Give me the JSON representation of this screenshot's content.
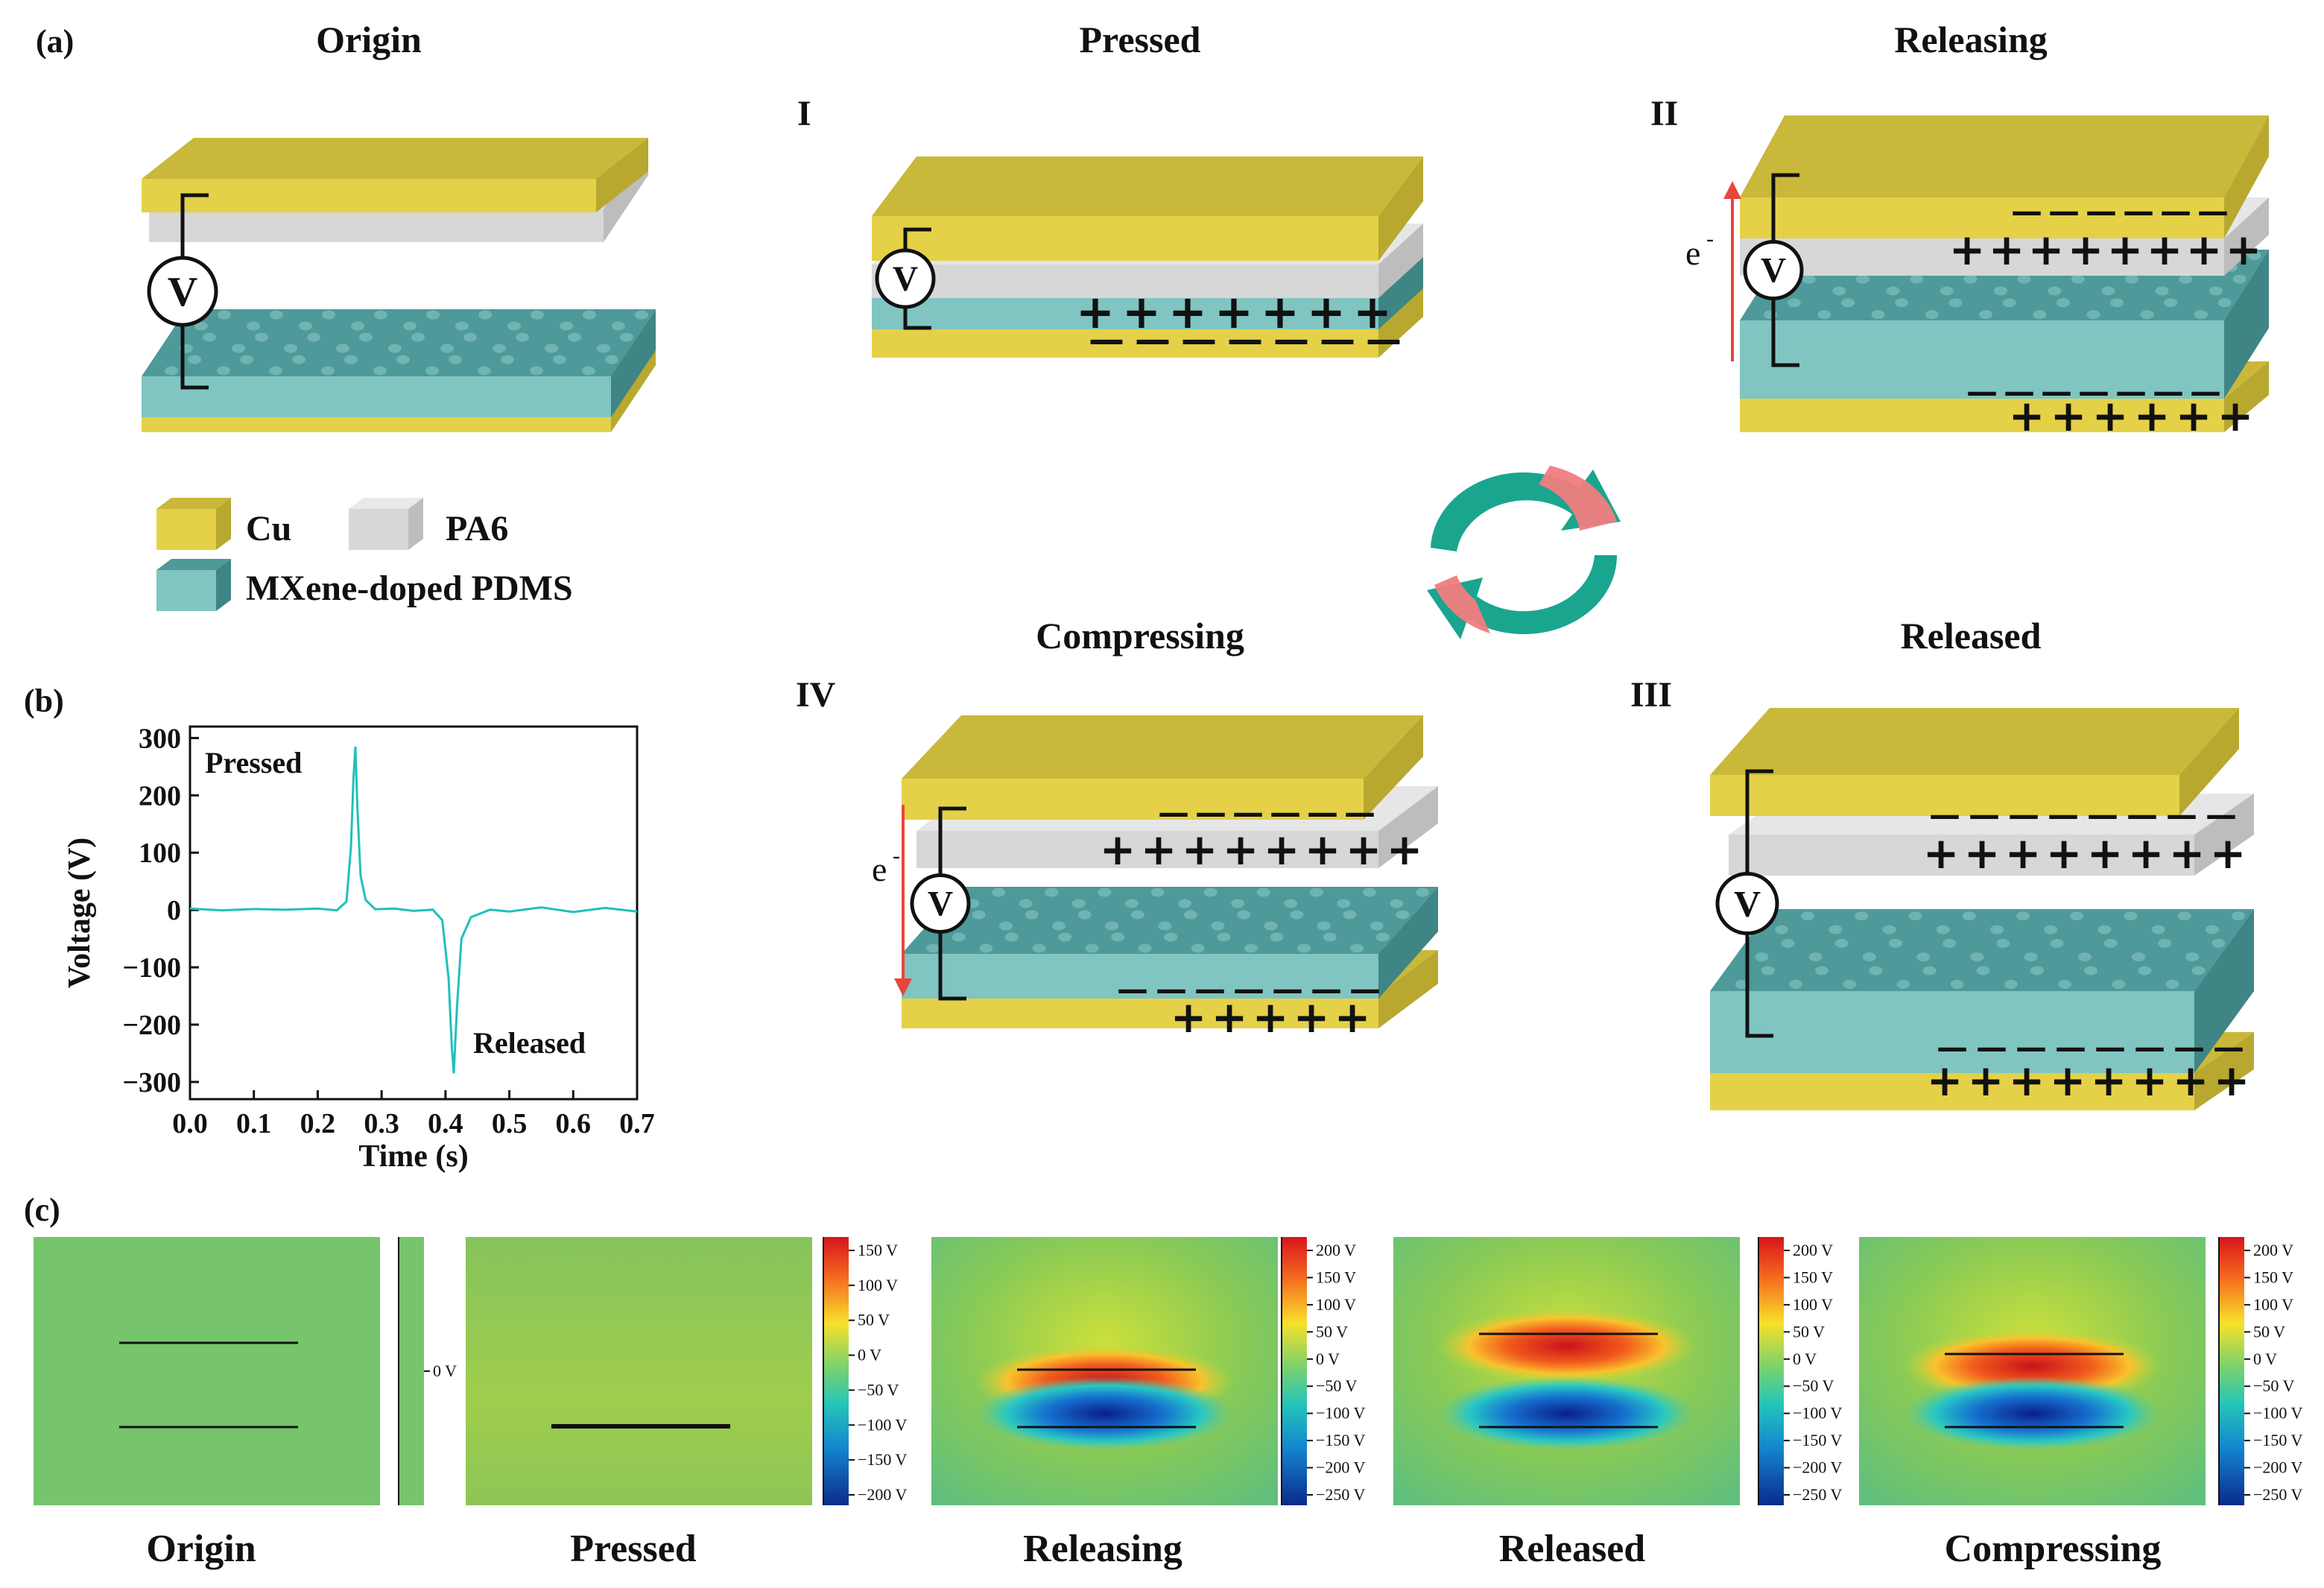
{
  "labels": {
    "panel_a": "(a)",
    "panel_b": "(b)",
    "panel_c": "(c)",
    "origin": "Origin",
    "pressed": "Pressed",
    "releasing": "Releasing",
    "compressing": "Compressing",
    "released": "Released",
    "step_I": "I",
    "step_II": "II",
    "step_III": "III",
    "step_IV": "IV",
    "voltmeter": "V",
    "electron": "e",
    "electron_sup": "-"
  },
  "legend": {
    "cu": "Cu",
    "pa6": "PA6",
    "mxene": "MXene-doped PDMS"
  },
  "colors": {
    "cu": "#c9b83a",
    "cu_side": "#e4d148",
    "pa6": "#d7d7d7",
    "pa6_side": "#bdbdbd",
    "pdms": "#4e9999",
    "pdms_side": "#80c5c2",
    "arrow_red": "#e8463c",
    "arrow_teal": "#1aa58f",
    "arrow_pink": "#f07c80"
  },
  "chart_data": {
    "type": "line",
    "xlabel": "Time (s)",
    "ylabel": "Voltage (V)",
    "xlim": [
      0,
      0.7
    ],
    "ylim": [
      -330,
      320
    ],
    "xticks": [
      "0.0",
      "0.1",
      "0.2",
      "0.3",
      "0.4",
      "0.5",
      "0.6",
      "0.7"
    ],
    "yticks": [
      "300",
      "200",
      "100",
      "0",
      "−100",
      "−200",
      "−300"
    ],
    "annotations": [
      "Pressed",
      "Released"
    ],
    "series": [
      {
        "x": [
          0,
          0.05,
          0.1,
          0.15,
          0.2,
          0.23,
          0.245,
          0.252,
          0.256,
          0.259,
          0.262,
          0.267,
          0.275,
          0.29,
          0.32,
          0.35,
          0.38,
          0.395,
          0.405,
          0.41,
          0.413,
          0.418,
          0.425,
          0.44,
          0.47,
          0.5,
          0.55,
          0.6,
          0.65,
          0.7
        ],
        "y": [
          0,
          2,
          -1,
          3,
          0,
          2,
          12,
          110,
          230,
          285,
          180,
          60,
          15,
          4,
          0,
          1,
          -2,
          -15,
          -120,
          -240,
          -285,
          -170,
          -50,
          -10,
          -2,
          0,
          2,
          -1,
          1,
          0
        ]
      }
    ]
  },
  "sim": [
    {
      "title": "Origin",
      "ticks": [
        "0 V"
      ]
    },
    {
      "title": "Pressed",
      "ticks": [
        "150 V",
        "100 V",
        "50 V",
        "0 V",
        "−50 V",
        "−100 V",
        "−150 V",
        "−200 V"
      ]
    },
    {
      "title": "Releasing",
      "ticks": [
        "200 V",
        "150 V",
        "100 V",
        "50 V",
        "0 V",
        "−50 V",
        "−100 V",
        "−150 V",
        "−200 V",
        "−250 V"
      ]
    },
    {
      "title": "Released",
      "ticks": [
        "200 V",
        "150 V",
        "100 V",
        "50 V",
        "0 V",
        "−50 V",
        "−100 V",
        "−150 V",
        "−200 V",
        "−250 V"
      ]
    },
    {
      "title": "Compressing",
      "ticks": [
        "200 V",
        "150 V",
        "100 V",
        "50 V",
        "0 V",
        "−50 V",
        "−100 V",
        "−150 V",
        "−200 V",
        "−250 V"
      ]
    }
  ]
}
